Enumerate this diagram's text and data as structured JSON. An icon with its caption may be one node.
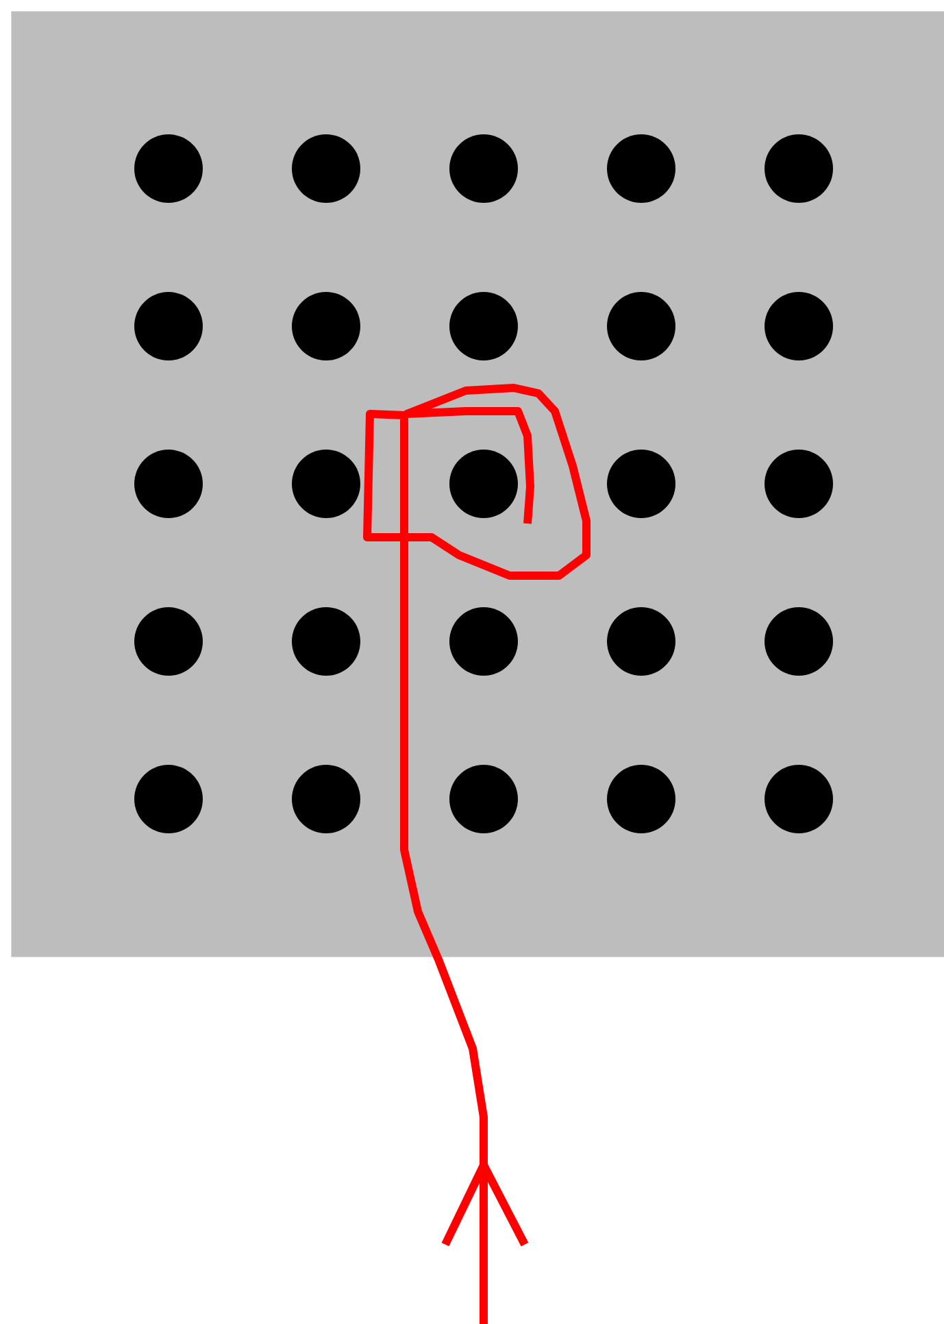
{
  "diagram": {
    "nodes": [
      {
        "text": [],
        "shape": "box"
      },
      {
        "text": [],
        "shape": "circle",
        "in": 0
      },
      {
        "text": [],
        "shape": "circle",
        "in": 0
      },
      {
        "text": [],
        "shape": "circle",
        "in": 0
      },
      {
        "text": [],
        "shape": "circle",
        "in": 0
      },
      {
        "text": [],
        "shape": "circle",
        "in": 0
      },
      {
        "text": [],
        "shape": "circle",
        "in": 0
      },
      {
        "text": [],
        "shape": "circle",
        "in": 0
      },
      {
        "text": [],
        "shape": "circle",
        "in": 0
      },
      {
        "text": [],
        "shape": "circle",
        "in": 0
      },
      {
        "text": [],
        "shape": "circle",
        "in": 0
      },
      {
        "text": [],
        "shape": "circle",
        "in": 0
      },
      {
        "text": [],
        "shape": "circle",
        "in": 0
      },
      {
        "text": [],
        "shape": "circle",
        "in": 0
      },
      {
        "text": [],
        "shape": "circle",
        "in": 0
      },
      {
        "text": [],
        "shape": "circle",
        "in": 0
      },
      {
        "text": [],
        "shape": "circle",
        "in": 0
      },
      {
        "text": [],
        "shape": "circle",
        "in": 0
      },
      {
        "text": [],
        "shape": "circle",
        "in": 0
      },
      {
        "text": [],
        "shape": "circle",
        "in": 0
      },
      {
        "text": [],
        "shape": "circle",
        "in": 0
      },
      {
        "text": [],
        "shape": "circle",
        "in": 0
      },
      {
        "text": [],
        "shape": "circle",
        "in": 0
      },
      {
        "text": [],
        "shape": "circle",
        "in": 0
      },
      {
        "text": [],
        "shape": "circle",
        "in": 0
      },
      {
        "text": [],
        "shape": "circle",
        "in": 0
      }
    ]
  }
}
